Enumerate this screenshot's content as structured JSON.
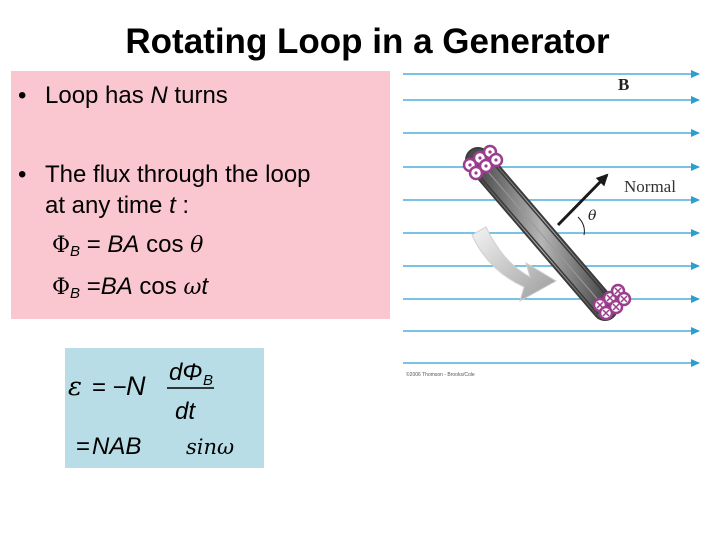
{
  "slide": {
    "title": "Rotating Loop in a Generator"
  },
  "bullets": {
    "b1_prefix": "Loop has ",
    "b1_var": "N",
    "b1_suffix": " turns",
    "b2_line1": "The flux through the loop",
    "b2_line2_prefix": "at any time ",
    "b2_line2_var": "t",
    "b2_line2_suffix": " :",
    "eq1": {
      "phi": "Φ",
      "sub": "B",
      "mid": " = ",
      "ba": "BA",
      "cos": " cos ",
      "theta": "θ"
    },
    "eq2": {
      "phi": "Φ",
      "sub": "B",
      "mid": " =",
      "ba": "BA",
      "cos": " cos ",
      "omega": "ω",
      "t": "t"
    }
  },
  "formula": {
    "epsilon": "ε",
    "eq_minus": "= −",
    "n": "N",
    "d_phi": "dΦ",
    "sub_b": "B",
    "dt": "dt",
    "line2_eq": "=",
    "nab": "NAB",
    "sin": "sinω"
  },
  "figure": {
    "b_label": "B",
    "normal_label": "Normal",
    "theta_label": "θ",
    "credit": "©2006 Thomson - Brooks/Cole"
  },
  "colors": {
    "pink_box": "#fac7d1",
    "formula_box": "#b9dde6",
    "field_lines": "#2a9fd0",
    "loop_gray": "#707070",
    "wire_dots": "#9c3e8e"
  }
}
